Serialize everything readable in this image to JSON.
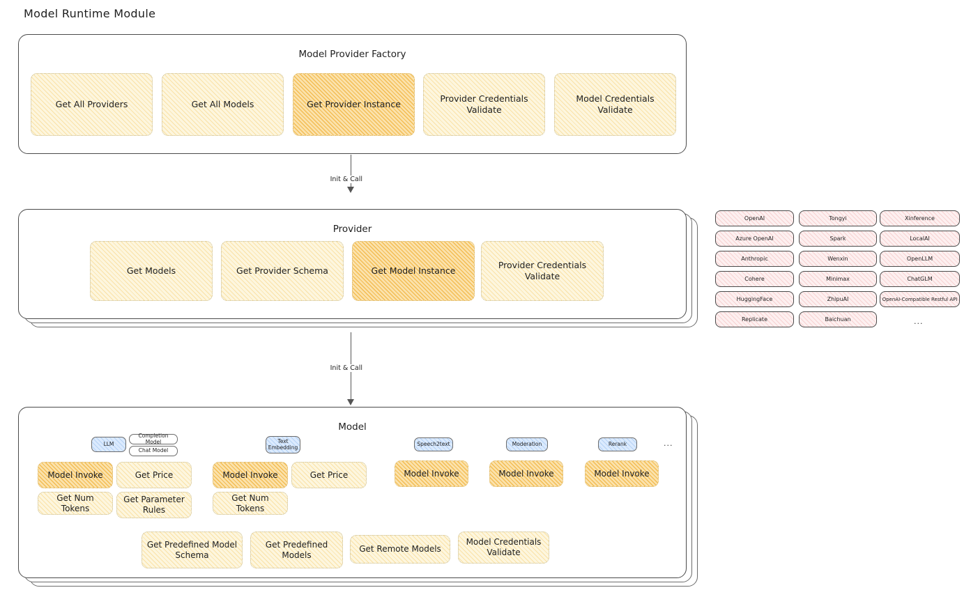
{
  "diagram": {
    "title": "Model Runtime Module",
    "accent_fill": "#fdf6de",
    "accent_highlight": "#fbe2ac",
    "badge_blue": "#dbeafe",
    "chip_pink": "#fdf0f0",
    "stroke": "#4a4a4a"
  },
  "factory": {
    "title": "Model Provider Factory",
    "cards": [
      {
        "label": "Get All Providers",
        "highlight": false
      },
      {
        "label": "Get All Models",
        "highlight": false
      },
      {
        "label": "Get Provider Instance",
        "highlight": true
      },
      {
        "label": "Provider Credentials Validate",
        "highlight": false
      },
      {
        "label": "Model Credentials Validate",
        "highlight": false
      }
    ]
  },
  "arrows": [
    {
      "label": "Init & Call"
    },
    {
      "label": "Init & Call"
    }
  ],
  "provider": {
    "title": "Provider",
    "cards": [
      {
        "label": "Get Models",
        "highlight": false
      },
      {
        "label": "Get Provider Schema",
        "highlight": false
      },
      {
        "label": "Get Model Instance",
        "highlight": true
      },
      {
        "label": "Provider Credentials Validate",
        "highlight": false
      }
    ]
  },
  "provider_list": {
    "columns": [
      {
        "items": [
          "OpenAI",
          "Azure OpenAI",
          "Anthropic",
          "Cohere",
          "HuggingFace",
          "Replicate"
        ]
      },
      {
        "items": [
          "Tongyi",
          "Spark",
          "Wenxin",
          "Minimax",
          "ZhipuAI",
          "Baichuan"
        ]
      },
      {
        "items": [
          "Xinference",
          "LocalAI",
          "OpenLLM",
          "ChatGLM",
          "OpenAI-Compatible Restful API"
        ]
      }
    ],
    "ellipsis": "..."
  },
  "model": {
    "title": "Model",
    "ellipsis": "...",
    "types": [
      {
        "name": "LLM",
        "style": "blue",
        "sub_badges": [
          "Completion Model",
          "Chat Model"
        ],
        "methods": [
          {
            "label": "Model Invoke",
            "highlight": true
          },
          {
            "label": "Get Price",
            "highlight": false
          },
          {
            "label": "Get Num Tokens",
            "highlight": false
          },
          {
            "label": "Get Parameter Rules",
            "highlight": false
          }
        ]
      },
      {
        "name": "Text Embedding",
        "style": "blue",
        "sub_badges": [],
        "methods": [
          {
            "label": "Model Invoke",
            "highlight": true
          },
          {
            "label": "Get Price",
            "highlight": false
          },
          {
            "label": "Get Num Tokens",
            "highlight": false
          }
        ]
      },
      {
        "name": "Speech2text",
        "style": "blue",
        "sub_badges": [],
        "methods": [
          {
            "label": "Model Invoke",
            "highlight": true
          }
        ]
      },
      {
        "name": "Moderation",
        "style": "blue",
        "sub_badges": [],
        "methods": [
          {
            "label": "Model Invoke",
            "highlight": true
          }
        ]
      },
      {
        "name": "Rerank",
        "style": "blue",
        "sub_badges": [],
        "methods": [
          {
            "label": "Model Invoke",
            "highlight": true
          }
        ]
      }
    ],
    "common_methods": [
      {
        "label": "Get Predefined Model Schema",
        "highlight": false
      },
      {
        "label": "Get Predefined Models",
        "highlight": false
      },
      {
        "label": "Get Remote Models",
        "highlight": false
      },
      {
        "label": "Model Credentials Validate",
        "highlight": false
      }
    ]
  }
}
